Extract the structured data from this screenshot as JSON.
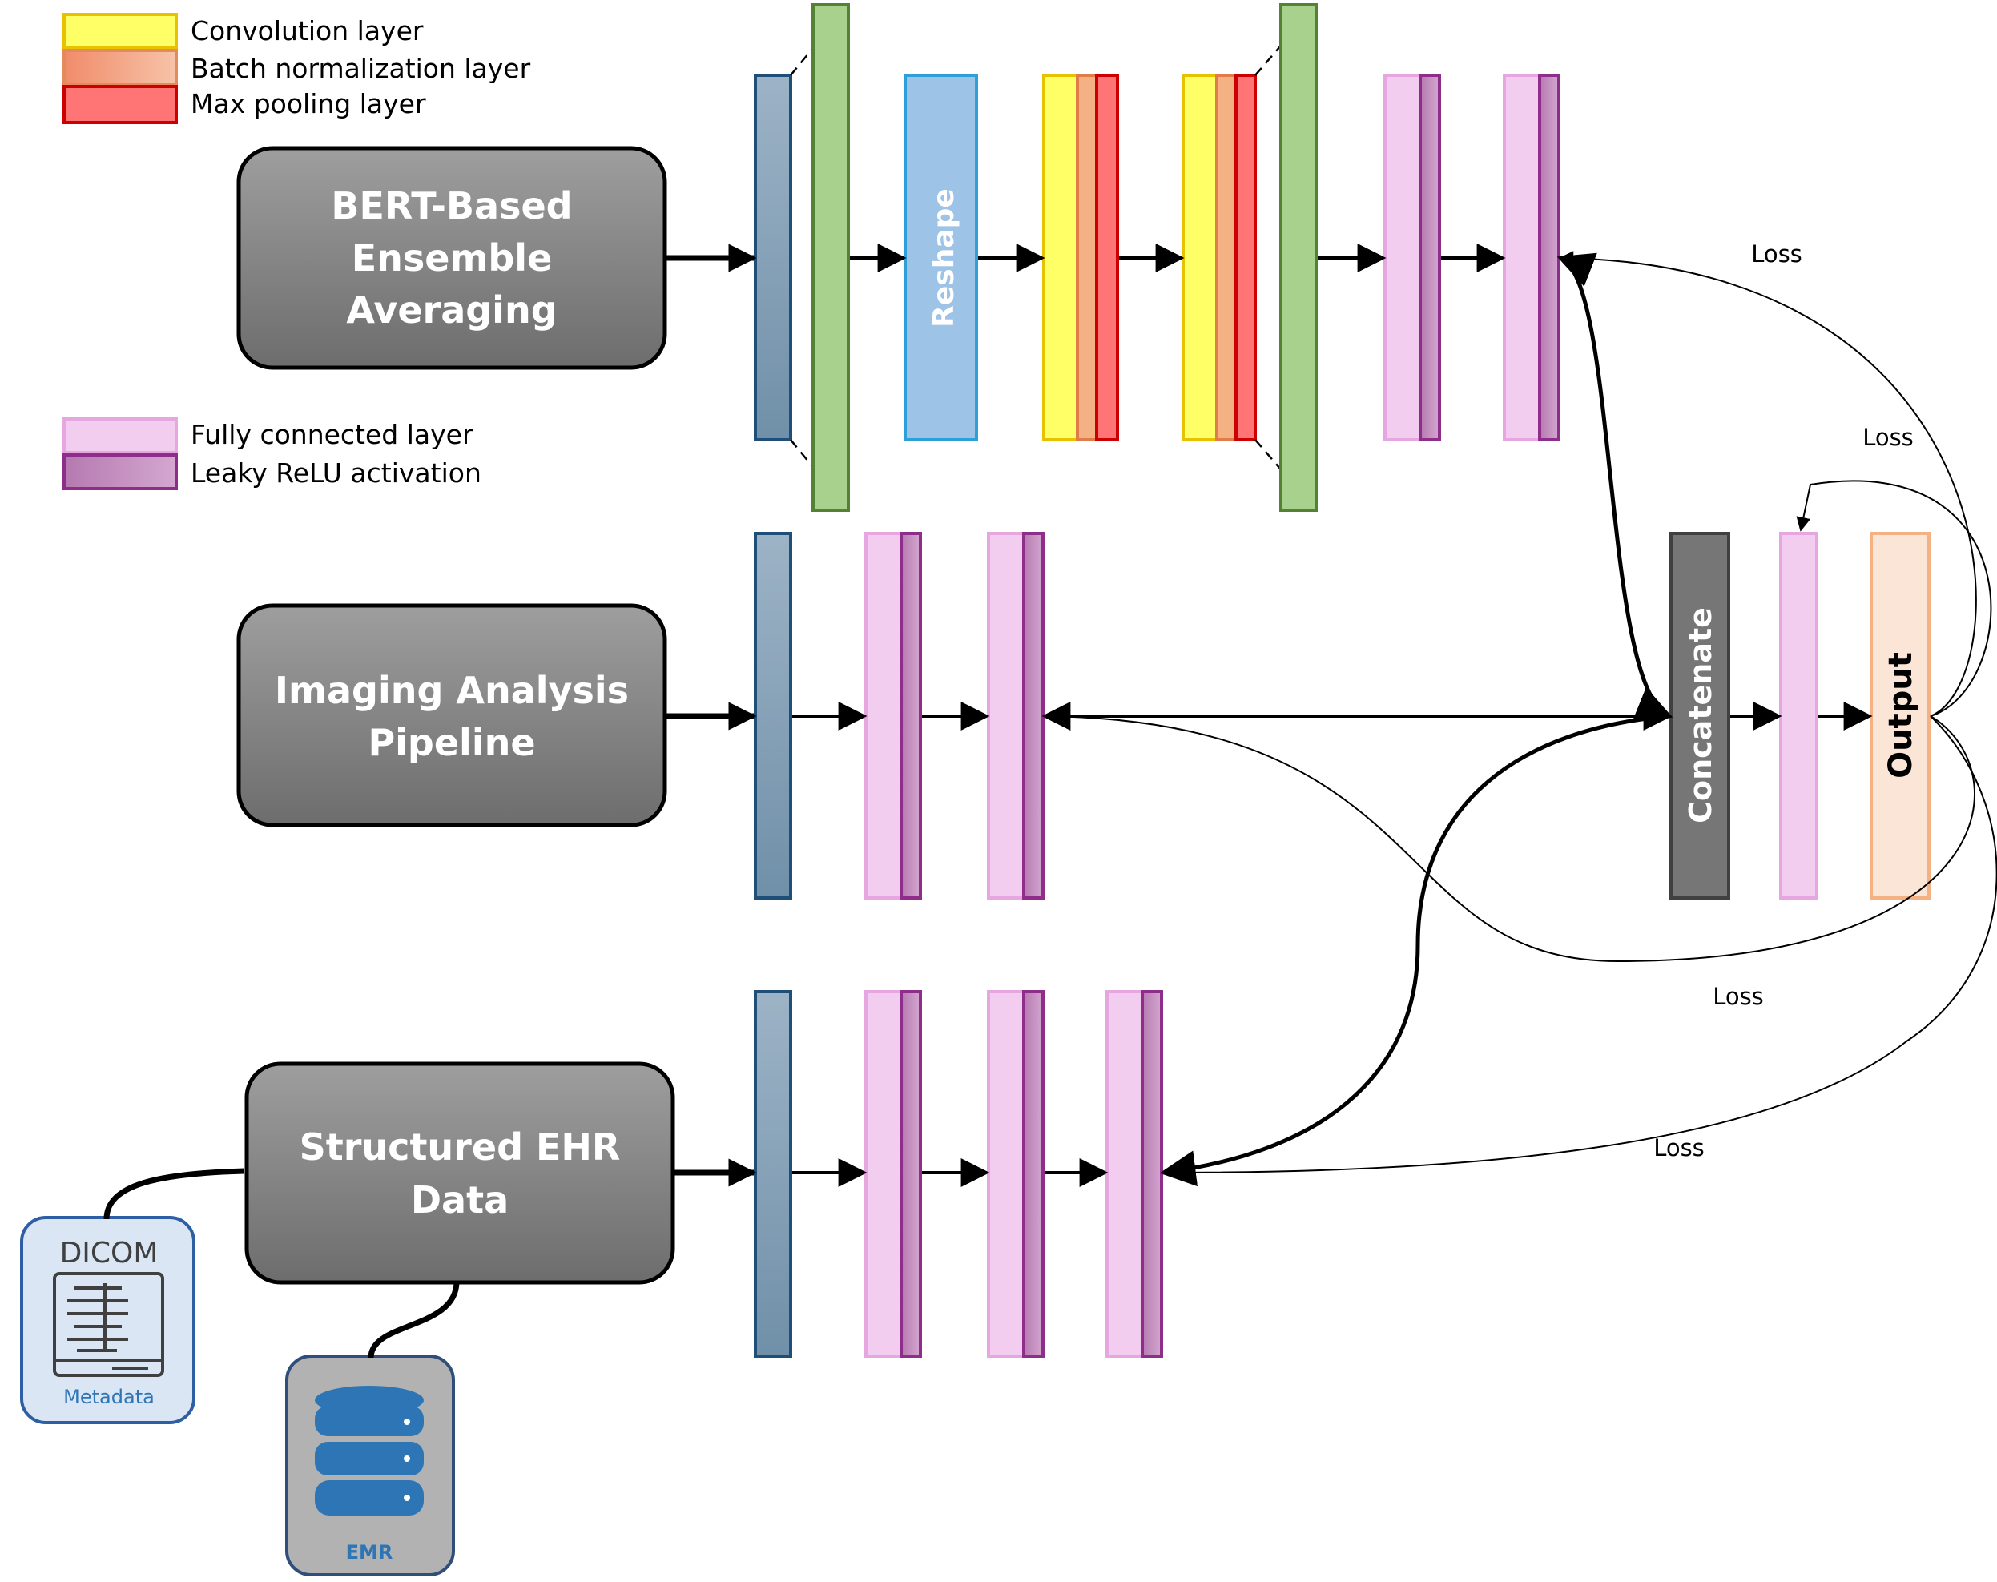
{
  "legend": {
    "conv": "Convolution layer",
    "bn": "Batch normalization layer",
    "pool": "Max pooling layer",
    "fc": "Fully connected layer",
    "relu": "Leaky ReLU activation"
  },
  "sources": {
    "bert_line1": "BERT-Based",
    "bert_line2": "Ensemble",
    "bert_line3": "Averaging",
    "img_line1": "Imaging Analysis",
    "img_line2": "Pipeline",
    "ehr_line1": "Structured EHR",
    "ehr_line2": "Data"
  },
  "layers": {
    "reshape": "Reshape",
    "concat": "Concatenate",
    "output": "Output"
  },
  "loss_label": "Loss",
  "icons": {
    "dicom_title": "DICOM",
    "dicom_caption": "Metadata",
    "emr_caption": "EMR"
  },
  "colors": {
    "conv": "#ffff66",
    "bn": "#f4b183",
    "pool": "#ff7575",
    "fc": "#f2cdef",
    "relu": "#c88fc3",
    "input": "#7f9db5",
    "green": "#a9d18e",
    "reshape": "#9dc3e6",
    "concat": "#767676",
    "output": "#fbe5d6"
  }
}
